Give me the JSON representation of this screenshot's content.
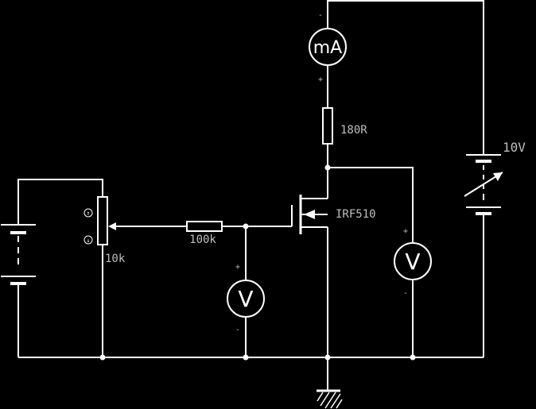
{
  "diagram": {
    "colors": {
      "background": "#000000",
      "wire": "#ffffff",
      "label": "#bfbfbf"
    },
    "ammeter": {
      "symbol": "mA",
      "minus": "-",
      "plus": "+"
    },
    "drain_resistor": {
      "value": "180R"
    },
    "supply": {
      "value": "10V",
      "type": "variable-battery"
    },
    "mosfet": {
      "part": "IRF510"
    },
    "gate_resistor": {
      "value": "100k"
    },
    "potentiometer": {
      "value": "10k",
      "up_symbol": "↑",
      "down_symbol": "↓"
    },
    "gate_voltmeter": {
      "symbol": "V",
      "plus": "+",
      "minus": "-"
    },
    "drain_voltmeter": {
      "symbol": "V",
      "plus": "+",
      "minus": "-"
    },
    "left_battery": {
      "type": "battery"
    },
    "ground": {
      "type": "ground"
    }
  }
}
